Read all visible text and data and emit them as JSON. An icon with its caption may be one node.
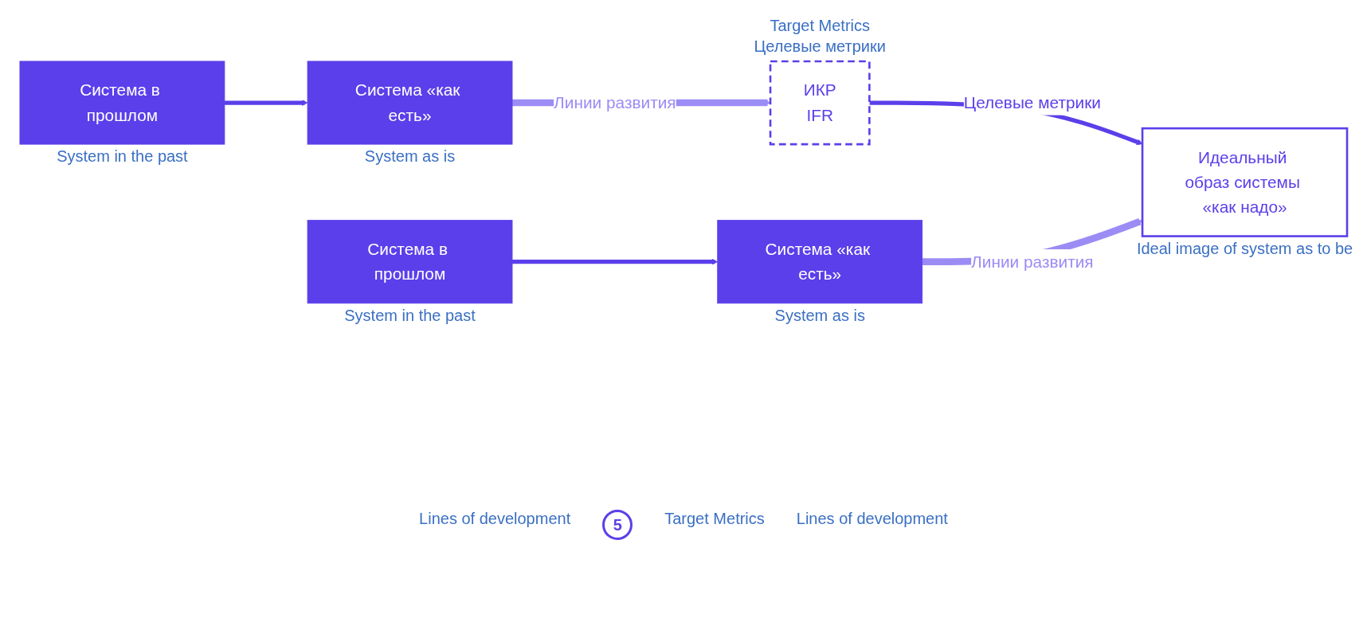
{
  "diagram": {
    "nodes": [
      {
        "text": [
          "Система в прошлом"
        ],
        "beside": [
          "System in the past"
        ]
      },
      {
        "text": [
          "Система «как есть»"
        ],
        "beside": [
          "System as is"
        ]
      },
      {
        "text": [
          "ИКР",
          "IFR"
        ],
        "beside": [
          "Target Metrics",
          "Целевые метрики"
        ]
      },
      {
        "text": [
          "Система в прошлом"
        ],
        "beside": [
          "System in the past"
        ]
      },
      {
        "text": [
          "Система «как есть»"
        ],
        "beside": [
          "System as is"
        ]
      },
      {
        "text": [
          "Идеальный образ системы «как надо»"
        ],
        "beside": [
          "Ideal image of system as to be"
        ]
      }
    ],
    "edges": [
      {
        "from": 0,
        "to": 1,
        "arrow": "to"
      },
      {
        "from": 1,
        "to": 2,
        "arrow": "to",
        "label": "Линии развития",
        "color": "#9b8cf5"
      },
      {
        "from": 2,
        "to": 5,
        "arrow": "to",
        "label": "Целевые метрики"
      },
      {
        "from": 3,
        "to": 4,
        "arrow": "to"
      },
      {
        "from": 4,
        "to": 5,
        "arrow": "to",
        "label": "Линии развития",
        "color": "#9b8cf5"
      }
    ],
    "labels": [
      "Lines of development",
      "5",
      "Target Metrics",
      "Lines of development"
    ]
  }
}
